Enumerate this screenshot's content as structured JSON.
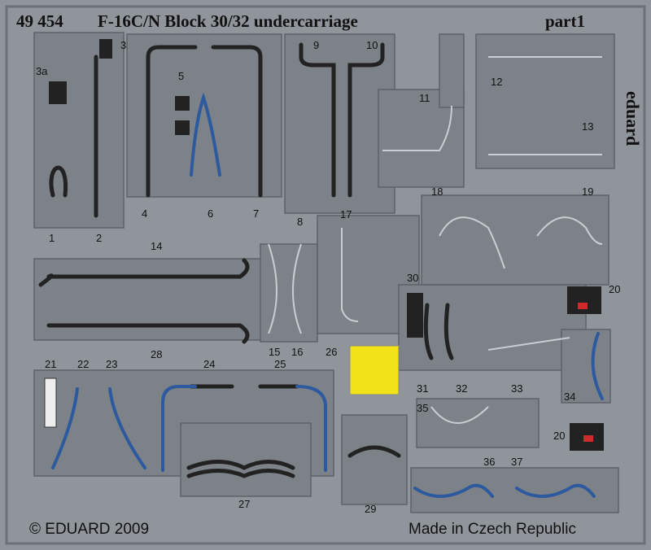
{
  "header": {
    "set_number": "49 454",
    "title": "F-16C/N Block 30/32 undercarriage",
    "part": "part1"
  },
  "brand": "eduard",
  "footer": {
    "copyright": "© EDUARD 2009",
    "origin": "Made in Czech Republic"
  },
  "part_labels": {
    "p1": "1",
    "p2": "2",
    "p3": "3",
    "p3a": "3a",
    "p4": "4",
    "p5": "5",
    "p6": "6",
    "p7": "7",
    "p8": "8",
    "p9": "9",
    "p10": "10",
    "p11": "11",
    "p12": "12",
    "p13": "13",
    "p14": "14",
    "p15": "15",
    "p16": "16",
    "p17": "17",
    "p18": "18",
    "p19": "19",
    "p20a": "20",
    "p20b": "20",
    "p21": "21",
    "p22": "22",
    "p23": "23",
    "p24": "24",
    "p25": "25",
    "p26": "26",
    "p27": "27",
    "p28": "28",
    "p29": "29",
    "p30": "30",
    "p31": "31",
    "p32": "32",
    "p33": "33",
    "p34": "34",
    "p35": "35",
    "p36": "36",
    "p37": "37"
  },
  "colors": {
    "fret": "#8f959b",
    "panel": "#7b8186",
    "etch": "#2a2a2a",
    "blue": "#2d5a9e",
    "yellow": "#f2e21a",
    "red": "#d12a2a"
  }
}
